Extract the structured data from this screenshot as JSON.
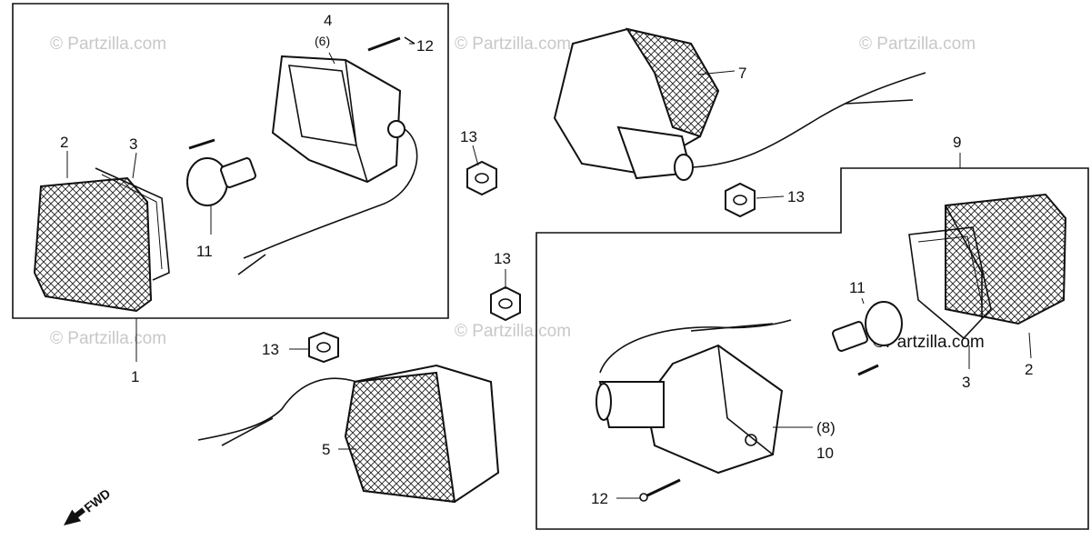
{
  "watermark": "© Partzilla.com",
  "watermark_inline": "©Partzilla.com",
  "direction_label": "FWD",
  "callouts": {
    "c1": "1",
    "c2a": "2",
    "c2b": "2",
    "c3a": "3",
    "c3b": "3",
    "c4": "4",
    "c4q": "(6)",
    "c5": "5",
    "c7": "7",
    "c8q": "(8)",
    "c9": "9",
    "c10": "10",
    "c11a": "11",
    "c11b": "11",
    "c12a": "12",
    "c12b": "12",
    "c13a": "13",
    "c13b": "13",
    "c13c": "13",
    "c13d": "13"
  }
}
